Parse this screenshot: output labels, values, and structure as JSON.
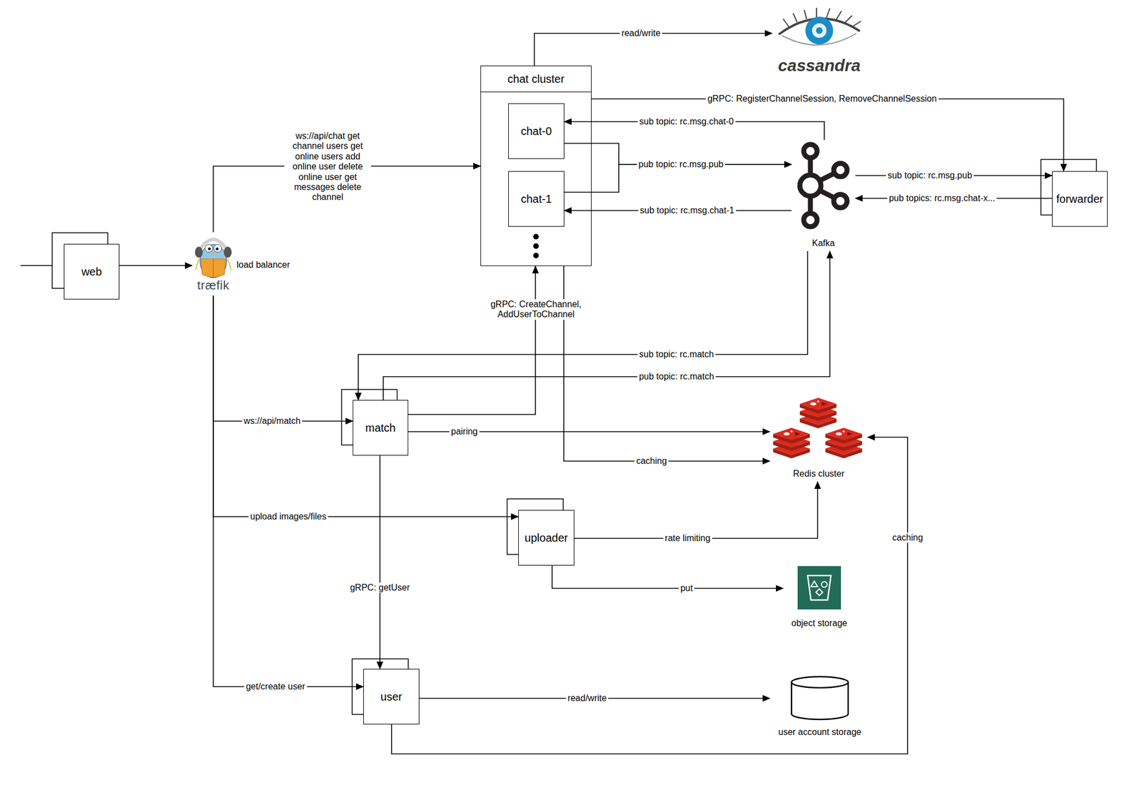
{
  "diagram": {
    "nodes": [
      {
        "text": [
          "web"
        ]
      },
      {
        "text": [
          "træfik",
          "load balancer"
        ]
      },
      {
        "text": [
          "chat cluster"
        ]
      },
      {
        "text": [
          "chat-0"
        ],
        "in": 2
      },
      {
        "text": [
          "chat-1"
        ],
        "in": 2
      },
      {
        "text": [
          "cassandra"
        ]
      },
      {
        "text": [
          "Kafka"
        ]
      },
      {
        "text": [
          "forwarder"
        ]
      },
      {
        "text": [
          "match"
        ]
      },
      {
        "text": [
          "Redis cluster"
        ]
      },
      {
        "text": [
          "uploader"
        ]
      },
      {
        "text": [
          "object storage"
        ]
      },
      {
        "text": [
          "user"
        ]
      },
      {
        "text": [
          "user account storage"
        ]
      }
    ],
    "edges": [
      {
        "from": 0,
        "to": 1,
        "arrow": "to"
      },
      {
        "from": 1,
        "to": 2,
        "label": "ws://api/chat get channel users get online users add online user delete online user get messages delete channel",
        "arrow": "to"
      },
      {
        "from": 2,
        "to": 5,
        "label": "read/write",
        "arrow": "to"
      },
      {
        "from": 2,
        "to": 7,
        "label": "gRPC: RegisterChannelSession, RemoveChannelSession",
        "arrow": "to"
      },
      {
        "from": 6,
        "to": 3,
        "label": "sub topic: rc.msg.chat-0",
        "arrow": "to"
      },
      {
        "from": 3,
        "to": 6,
        "label": "pub topic: rc.msg.pub",
        "arrow": "to"
      },
      {
        "from": 4,
        "to": 6,
        "arrow": "to"
      },
      {
        "from": 6,
        "to": 4,
        "label": "sub topic: rc.msg.chat-1",
        "arrow": "to"
      },
      {
        "from": 6,
        "to": 7,
        "label": "sub topic: rc.msg.pub",
        "arrow": "to"
      },
      {
        "from": 7,
        "to": 6,
        "label": "pub topics: rc.msg.chat-x...",
        "arrow": "to"
      },
      {
        "from": 6,
        "to": 8,
        "label": "sub topic: rc.match",
        "arrow": "to"
      },
      {
        "from": 8,
        "to": 6,
        "label": "pub topic: rc.match",
        "arrow": "to"
      },
      {
        "from": 1,
        "to": 8,
        "label": "ws://api/match",
        "arrow": "to"
      },
      {
        "from": 8,
        "to": 2,
        "label": "gRPC: CreateChannel, AddUserToChannel",
        "arrow": "to"
      },
      {
        "from": 8,
        "to": 9,
        "label": "pairing",
        "arrow": "to"
      },
      {
        "from": 2,
        "to": 9,
        "label": "caching",
        "arrow": "to"
      },
      {
        "from": 1,
        "to": 10,
        "label": "upload images/files",
        "arrow": "to"
      },
      {
        "from": 10,
        "to": 9,
        "label": "rate limiting",
        "arrow": "to"
      },
      {
        "from": 10,
        "to": 11,
        "label": "put",
        "arrow": "to"
      },
      {
        "from": 8,
        "to": 12,
        "label": "gRPC: getUser",
        "arrow": "to"
      },
      {
        "from": 1,
        "to": 12,
        "label": "get/create user",
        "arrow": "to"
      },
      {
        "from": 12,
        "to": 13,
        "label": "read/write",
        "arrow": "to"
      },
      {
        "from": 12,
        "to": 9,
        "label": "caching",
        "arrow": "to"
      }
    ]
  }
}
